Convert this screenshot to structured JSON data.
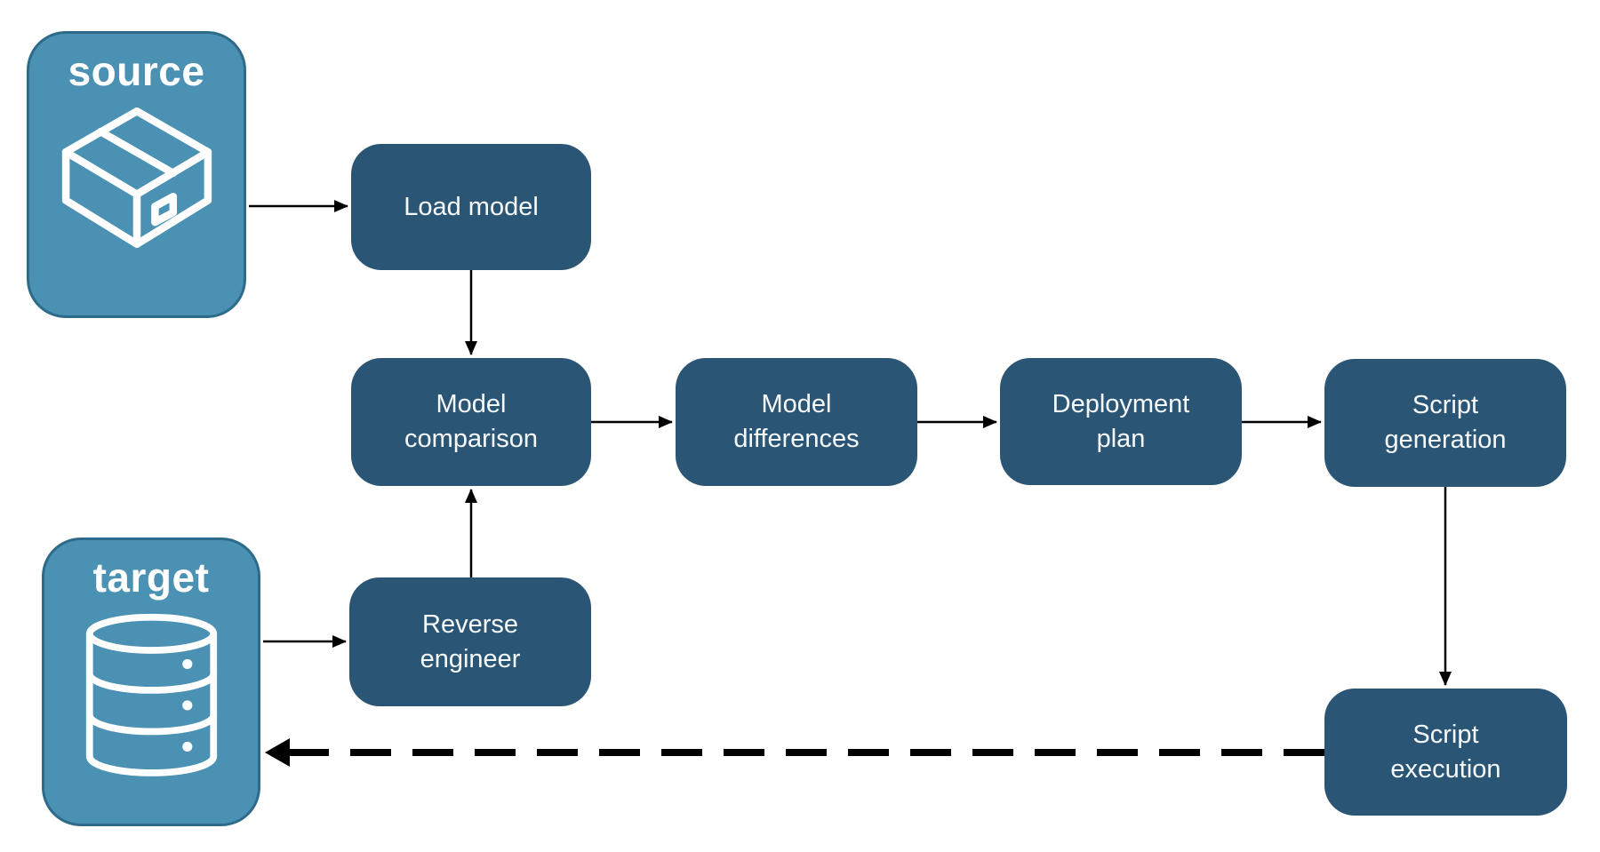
{
  "diagram": {
    "endpoints": {
      "source": {
        "label": "source",
        "icon": "package-icon"
      },
      "target": {
        "label": "target",
        "icon": "database-icon"
      }
    },
    "nodes": {
      "load_model": {
        "lines": [
          "Load model"
        ]
      },
      "model_comparison": {
        "lines": [
          "Model",
          "comparison"
        ]
      },
      "model_differences": {
        "lines": [
          "Model",
          "differences"
        ]
      },
      "deployment_plan": {
        "lines": [
          "Deployment",
          "plan"
        ]
      },
      "script_generation": {
        "lines": [
          "Script",
          "generation"
        ]
      },
      "reverse_engineer": {
        "lines": [
          "Reverse",
          "engineer"
        ]
      },
      "script_execution": {
        "lines": [
          "Script",
          "execution"
        ]
      }
    },
    "connectors": [
      {
        "from": "source",
        "to": "load_model",
        "style": "solid"
      },
      {
        "from": "load_model",
        "to": "model_comparison",
        "style": "solid"
      },
      {
        "from": "model_comparison",
        "to": "model_differences",
        "style": "solid"
      },
      {
        "from": "model_differences",
        "to": "deployment_plan",
        "style": "solid"
      },
      {
        "from": "deployment_plan",
        "to": "script_generation",
        "style": "solid"
      },
      {
        "from": "script_generation",
        "to": "script_execution",
        "style": "solid"
      },
      {
        "from": "target",
        "to": "reverse_engineer",
        "style": "solid"
      },
      {
        "from": "reverse_engineer",
        "to": "model_comparison",
        "style": "solid"
      },
      {
        "from": "script_execution",
        "to": "target",
        "style": "dashed"
      }
    ],
    "colors": {
      "node_fill": "#2b5574",
      "endpoint_fill": "#4a91b3",
      "endpoint_border": "#2e6b8a",
      "text": "#ffffff",
      "arrow": "#000000",
      "background": "#ffffff"
    }
  }
}
